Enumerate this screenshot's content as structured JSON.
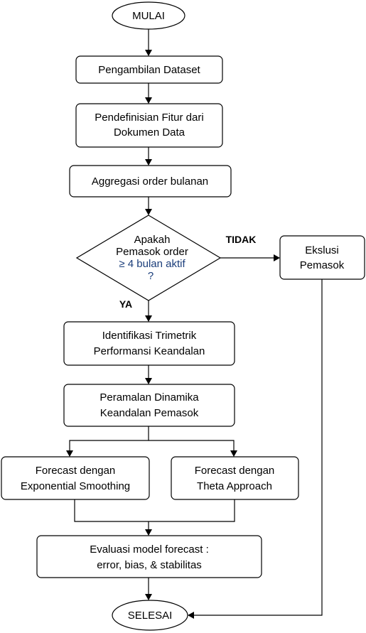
{
  "flow": {
    "start": "MULAI",
    "step1": "Pengambilan Dataset",
    "step2_line1": "Pendefinisian Fitur dari",
    "step2_line2": "Dokumen Data",
    "step3": "Aggregasi order bulanan",
    "decision_line1": "Apakah",
    "decision_line2": "Pemasok order",
    "decision_line3": "≥ 4 bulan aktif",
    "decision_line4": "?",
    "no_label": "TIDAK",
    "yes_label": "YA",
    "exclude_line1": "Ekslusi",
    "exclude_line2": "Pemasok",
    "step4_line1": "Identifikasi Trimetrik",
    "step4_line2": "Performansi Keandalan",
    "step5_line1": "Peramalan Dinamika",
    "step5_line2": "Keandalan Pemasok",
    "forecast_a_line1": "Forecast dengan",
    "forecast_a_line2": "Exponential Smoothing",
    "forecast_b_line1": "Forecast dengan",
    "forecast_b_line2": "Theta Approach",
    "eval_line1": "Evaluasi model forecast :",
    "eval_line2": "error, bias, & stabilitas",
    "end": "SELESAI"
  }
}
